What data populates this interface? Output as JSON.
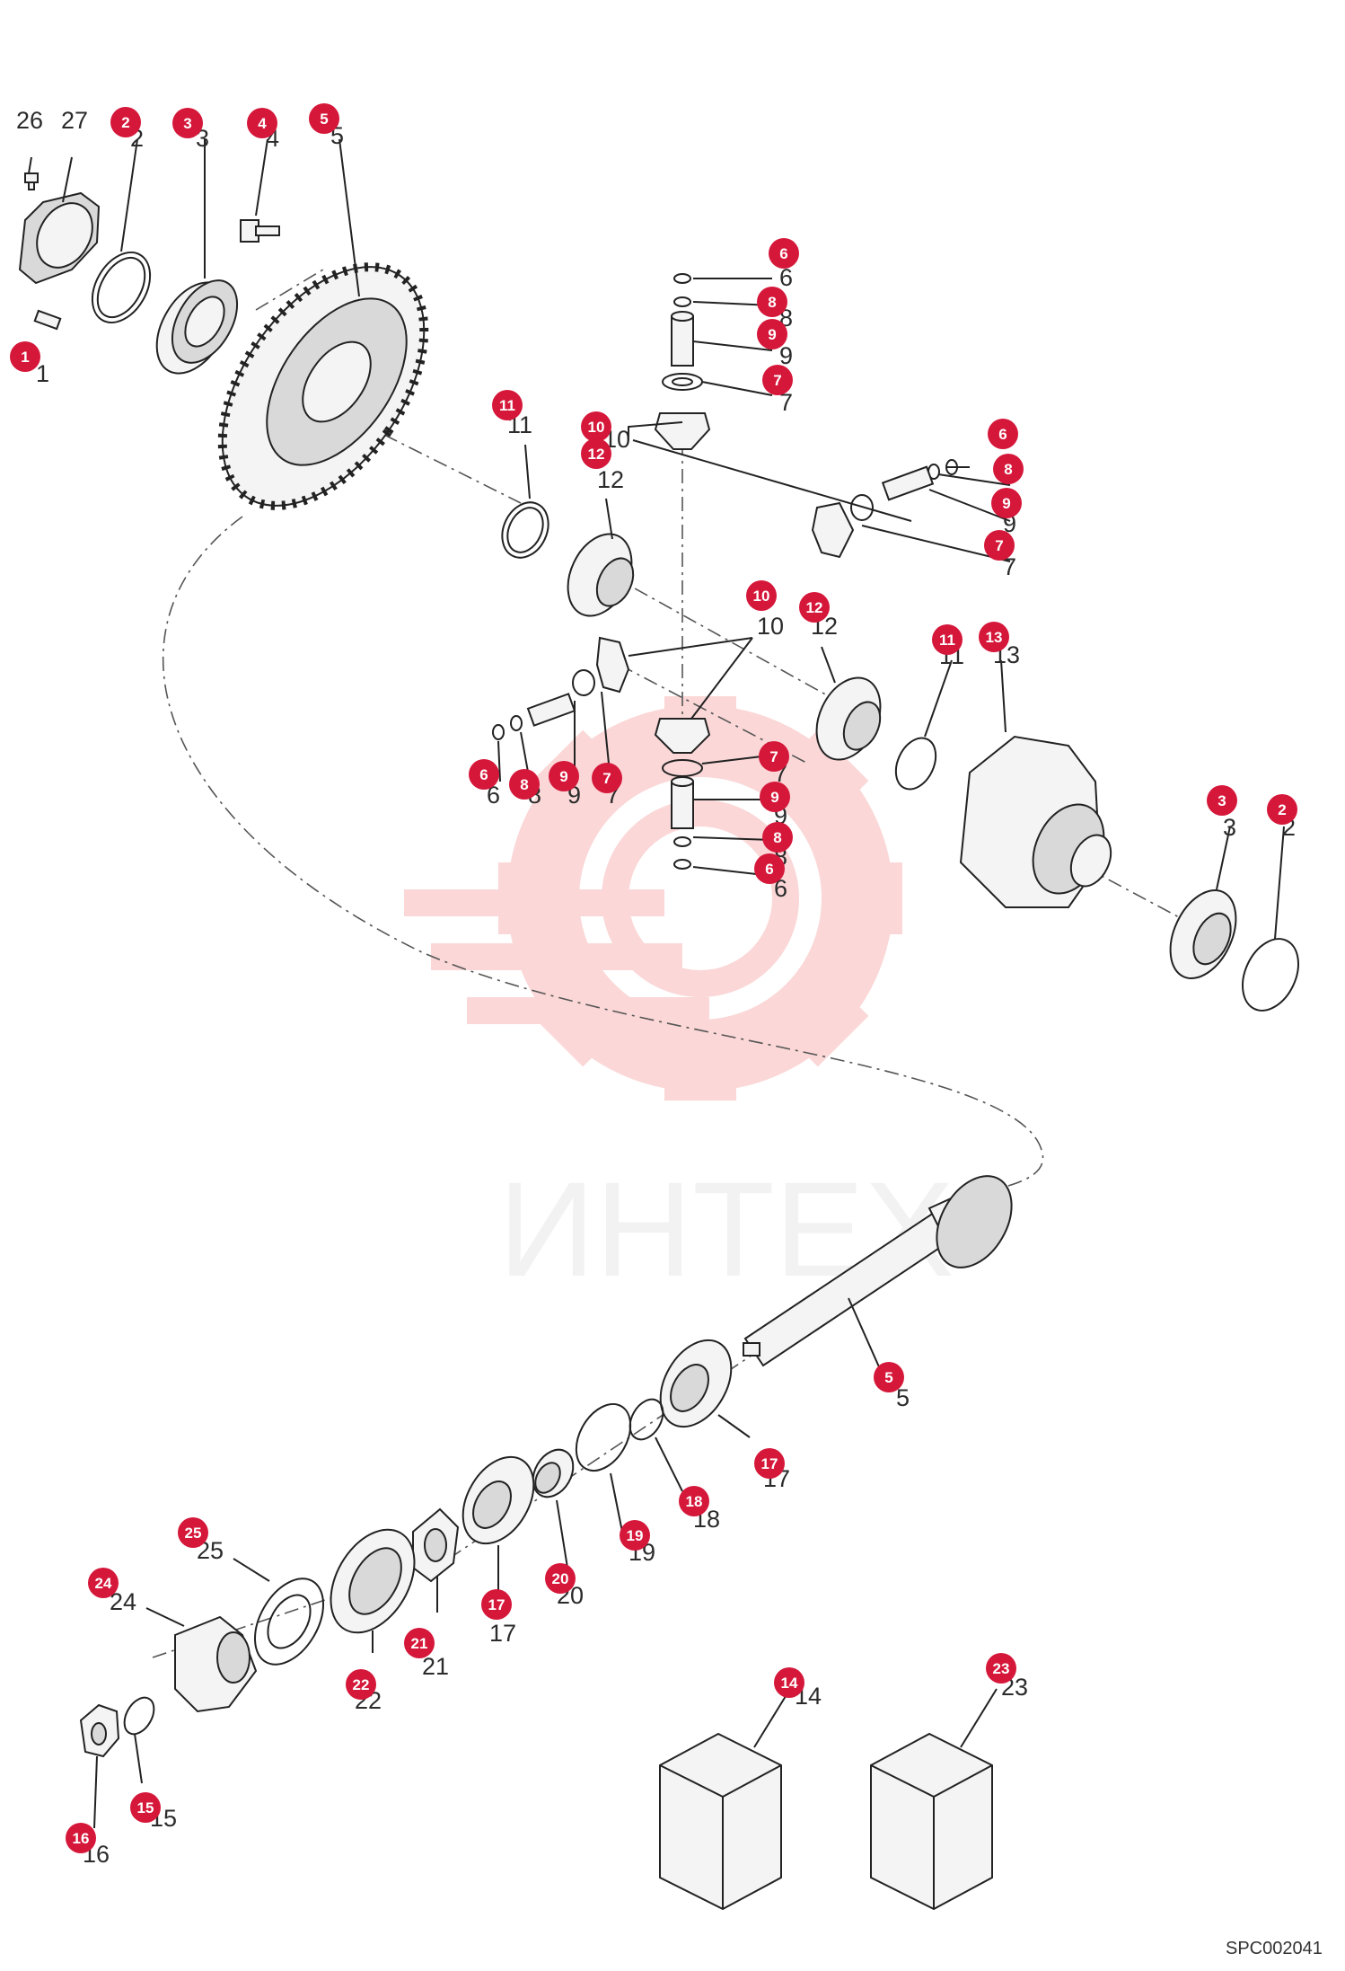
{
  "watermark": {
    "brand_text": "ИНТЕХ",
    "color": "#f6b3b3"
  },
  "drawing_code": "SPC002041",
  "badge_color": "#d5173a",
  "callouts": [
    {
      "id": "c1",
      "num": "1",
      "text": "1"
    },
    {
      "id": "c2a",
      "num": "2",
      "text": "2"
    },
    {
      "id": "c3a",
      "num": "3",
      "text": "3"
    },
    {
      "id": "c4",
      "num": "4",
      "text": "4"
    },
    {
      "id": "c5a",
      "num": "5",
      "text": "5"
    },
    {
      "id": "c26",
      "num": "",
      "text": "26"
    },
    {
      "id": "c27",
      "num": "",
      "text": "27"
    },
    {
      "id": "c6a",
      "num": "6",
      "text": "6"
    },
    {
      "id": "c8a",
      "num": "8",
      "text": "8"
    },
    {
      "id": "c9a",
      "num": "9",
      "text": "9"
    },
    {
      "id": "c7a",
      "num": "7",
      "text": "7"
    },
    {
      "id": "c11a",
      "num": "11",
      "text": "11"
    },
    {
      "id": "c10a",
      "num": "10",
      "text": "10"
    },
    {
      "id": "c12a",
      "num": "12",
      "text": "12"
    },
    {
      "id": "c6b",
      "num": "6",
      "text": "6"
    },
    {
      "id": "c8b",
      "num": "8",
      "text": "8"
    },
    {
      "id": "c9b",
      "num": "9",
      "text": "9"
    },
    {
      "id": "c7b",
      "num": "7",
      "text": "7"
    },
    {
      "id": "c10b",
      "num": "10",
      "text": "10"
    },
    {
      "id": "c12b",
      "num": "12",
      "text": "12"
    },
    {
      "id": "c11b",
      "num": "11",
      "text": "11"
    },
    {
      "id": "c13",
      "num": "13",
      "text": "13"
    },
    {
      "id": "c6c",
      "num": "6",
      "text": "6"
    },
    {
      "id": "c8c",
      "num": "8",
      "text": "8"
    },
    {
      "id": "c9c",
      "num": "9",
      "text": "9"
    },
    {
      "id": "c7c",
      "num": "7",
      "text": "7"
    },
    {
      "id": "c7d",
      "num": "7",
      "text": "7"
    },
    {
      "id": "c9d",
      "num": "9",
      "text": "9"
    },
    {
      "id": "c8d",
      "num": "8",
      "text": "8"
    },
    {
      "id": "c6d",
      "num": "6",
      "text": "6"
    },
    {
      "id": "c3b",
      "num": "3",
      "text": "3"
    },
    {
      "id": "c2b",
      "num": "2",
      "text": "2"
    },
    {
      "id": "c5b",
      "num": "5",
      "text": "5"
    },
    {
      "id": "c17a",
      "num": "17",
      "text": "17"
    },
    {
      "id": "c18",
      "num": "18",
      "text": "18"
    },
    {
      "id": "c19",
      "num": "19",
      "text": "19"
    },
    {
      "id": "c20",
      "num": "20",
      "text": "20"
    },
    {
      "id": "c17b",
      "num": "17",
      "text": "17"
    },
    {
      "id": "c21",
      "num": "21",
      "text": "21"
    },
    {
      "id": "c22",
      "num": "22",
      "text": "22"
    },
    {
      "id": "c25",
      "num": "25",
      "text": "25"
    },
    {
      "id": "c24",
      "num": "24",
      "text": "24"
    },
    {
      "id": "c15",
      "num": "15",
      "text": "15"
    },
    {
      "id": "c16",
      "num": "16",
      "text": "16"
    },
    {
      "id": "c14",
      "num": "14",
      "text": "14"
    },
    {
      "id": "c23",
      "num": "23",
      "text": "23"
    }
  ]
}
